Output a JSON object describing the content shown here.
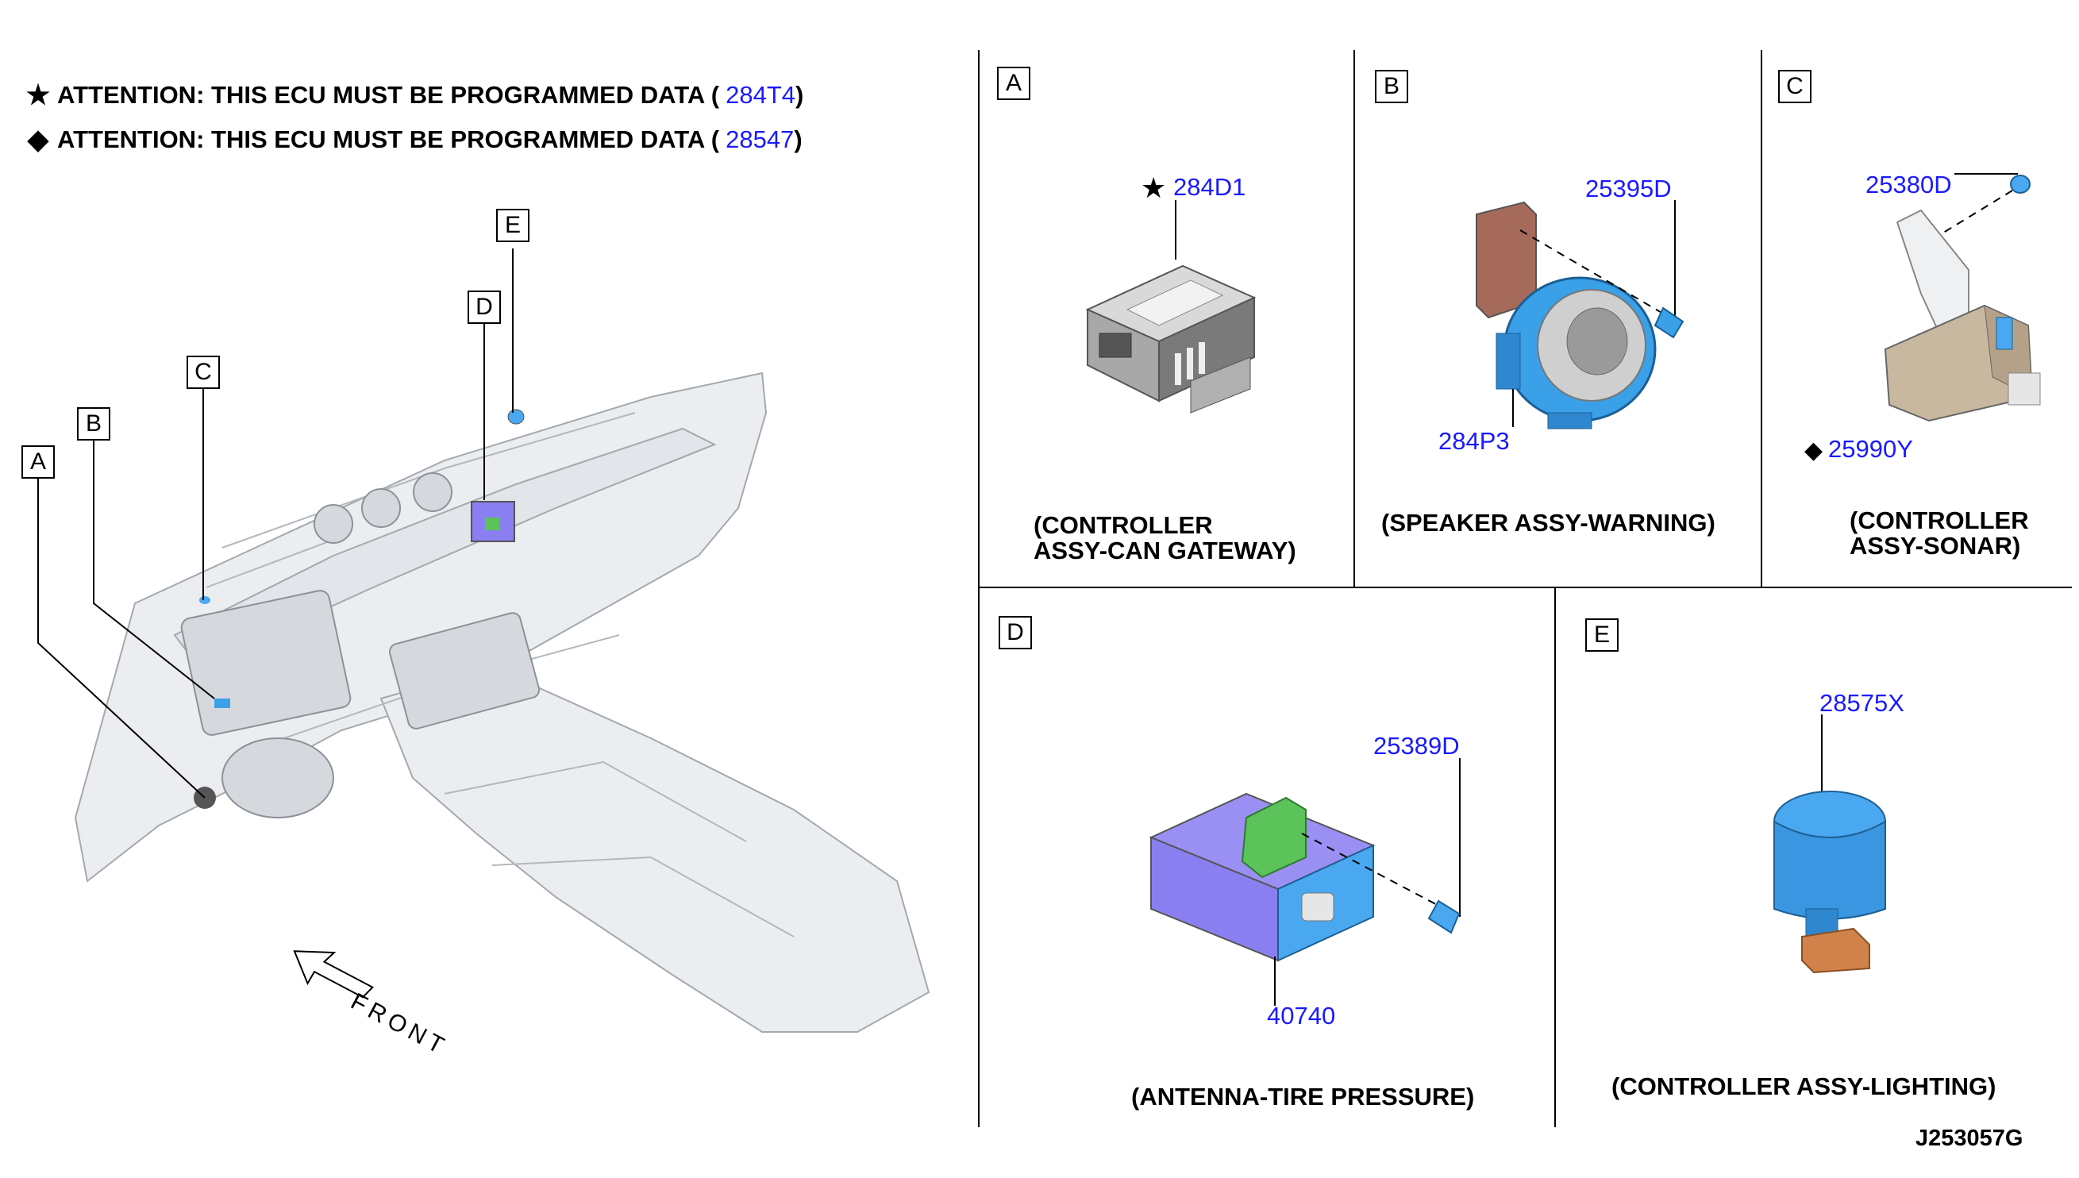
{
  "notes": [
    {
      "symbol": "★",
      "text": "ATTENTION: THIS ECU MUST BE PROGRAMMED DATA (",
      "part": "284T4",
      "close": ")"
    },
    {
      "symbol": "◆",
      "text": "ATTENTION: THIS ECU MUST BE PROGRAMMED DATA (",
      "part": "28547",
      "close": " )"
    }
  ],
  "overview": {
    "callouts": [
      "A",
      "B",
      "C",
      "D",
      "E"
    ],
    "front_label": "FRONT"
  },
  "panels": {
    "A": {
      "letter": "A",
      "parts": {
        "main": "284D1"
      },
      "main_symbol": "★",
      "name_line1": "(CONTROLLER",
      "name_line2": "ASSY-CAN GATEWAY)"
    },
    "B": {
      "letter": "B",
      "parts": {
        "screw": "25395D",
        "main": "284P3"
      },
      "name": "(SPEAKER ASSY-WARNING)"
    },
    "C": {
      "letter": "C",
      "parts": {
        "screw": "25380D",
        "main": "25990Y"
      },
      "main_symbol": "◆",
      "name_line1": "(CONTROLLER",
      "name_line2": "ASSY-SONAR)"
    },
    "D": {
      "letter": "D",
      "parts": {
        "screw": "25389D",
        "main": "40740"
      },
      "name": "(ANTENNA-TIRE PRESSURE)"
    },
    "E": {
      "letter": "E",
      "parts": {
        "main": "28575X"
      },
      "name": "(CONTROLLER ASSY-LIGHTING)"
    }
  },
  "drawing_id": "J253057G",
  "colors": {
    "part_number": "#1a1aff",
    "speaker": "#3aa0e8",
    "antenna_body": "#8a7ff0",
    "antenna_bracket": "#5cc25a",
    "sonar_body": "#c9b8a0",
    "lighting": "#4aa8f0"
  }
}
